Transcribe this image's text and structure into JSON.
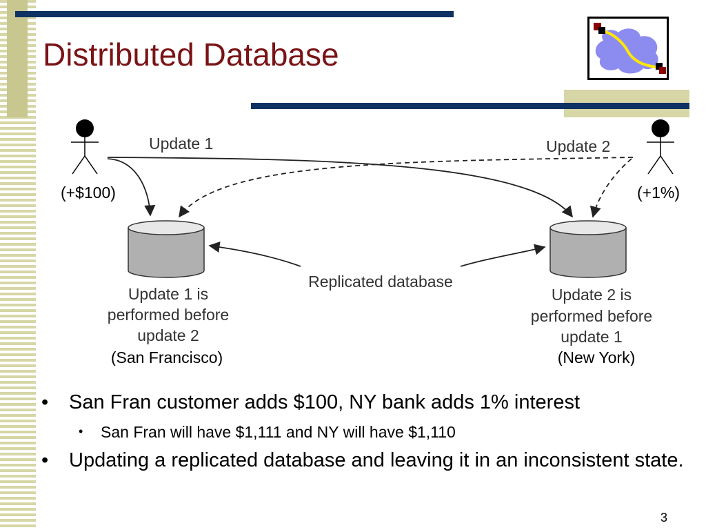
{
  "slide": {
    "title": "Distributed Database",
    "page_number": "3"
  },
  "diagram": {
    "update1_label": "Update 1",
    "update2_label": "Update 2",
    "left_amount": "(+$100)",
    "right_amount": "(+1%)",
    "replicated_label": "Replicated database",
    "left_result": [
      "Update 1 is",
      "performed before",
      "update 2"
    ],
    "right_result": [
      "Update 2 is",
      "performed before",
      "update 1"
    ],
    "left_city": "(San Francisco)",
    "right_city": "(New York)"
  },
  "bullets": [
    {
      "text": "San Fran customer adds $100, NY bank adds 1% interest",
      "level": 1
    },
    {
      "text": "San Fran will have $1,111 and NY will have $1,110",
      "level": 2
    },
    {
      "text": "Updating a replicated database and leaving it in an inconsistent state.",
      "level": 1
    }
  ],
  "colors": {
    "title": "#7a1315",
    "navy_bar": "#0e3263",
    "tan_stripe": "#d6d6a6",
    "cylinder_fill": "#b0b0b0",
    "cloud": "#8c8cf0",
    "route": "#ffe800",
    "node": "#8b0000"
  },
  "icons": [
    "person-icon",
    "database-cylinder-icon",
    "network-cloud-logo-icon"
  ]
}
